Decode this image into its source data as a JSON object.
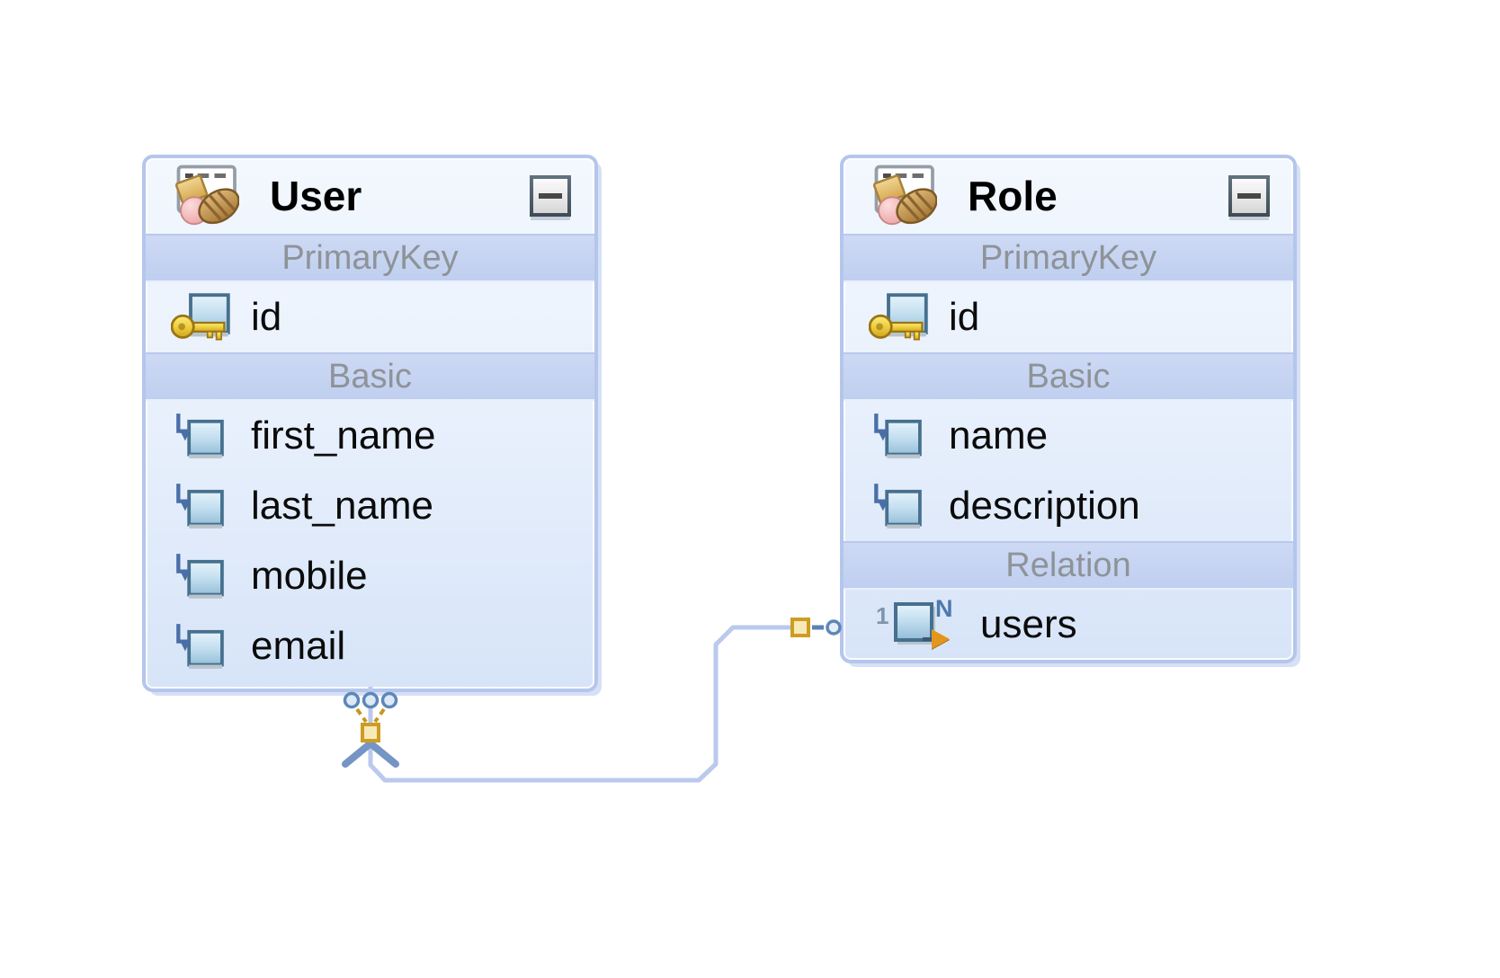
{
  "page": {
    "kind": "entity-relationship-diagram",
    "background": "#ffffff"
  },
  "entities": [
    {
      "title": "User",
      "icon": "jpa-entity-icon",
      "collapse_icon": "minus-icon",
      "sections": [
        {
          "label": "PrimaryKey",
          "fields": [
            {
              "name": "id",
              "icon": "primary-key-icon"
            }
          ]
        },
        {
          "label": "Basic",
          "fields": [
            {
              "name": "first_name",
              "icon": "basic-attribute-icon"
            },
            {
              "name": "last_name",
              "icon": "basic-attribute-icon"
            },
            {
              "name": "mobile",
              "icon": "basic-attribute-icon"
            },
            {
              "name": "email",
              "icon": "basic-attribute-icon"
            }
          ]
        }
      ]
    },
    {
      "title": "Role",
      "icon": "jpa-entity-icon",
      "collapse_icon": "minus-icon",
      "sections": [
        {
          "label": "PrimaryKey",
          "fields": [
            {
              "name": "id",
              "icon": "primary-key-icon"
            }
          ]
        },
        {
          "label": "Basic",
          "fields": [
            {
              "name": "name",
              "icon": "basic-attribute-icon"
            },
            {
              "name": "description",
              "icon": "basic-attribute-icon"
            }
          ]
        },
        {
          "label": "Relation",
          "fields": [
            {
              "name": "users",
              "icon": "one-to-many-relation-icon",
              "cardinality_one": "1",
              "cardinality_many": "N"
            }
          ]
        }
      ]
    }
  ],
  "relationship": {
    "from": "Role.users",
    "to": "User",
    "to_end_marker": "crow-foot-many",
    "to_end_anchors": "three-circles",
    "from_end_marker": "dash-and-circle",
    "junction_marker": "gold-square"
  },
  "colors": {
    "entity_border": "#b5c6ec",
    "entity_fill_top": "#f3f8fe",
    "entity_fill_bottom": "#d7e4f8",
    "section_band": "#c5d2f0",
    "section_text": "#8e9398",
    "field_text": "#0b0b0b",
    "connector_line": "#bac9ed",
    "crow_foot": "#7595c5",
    "marker_gold": "#c8951d",
    "marker_blue": "#5d87b8"
  }
}
